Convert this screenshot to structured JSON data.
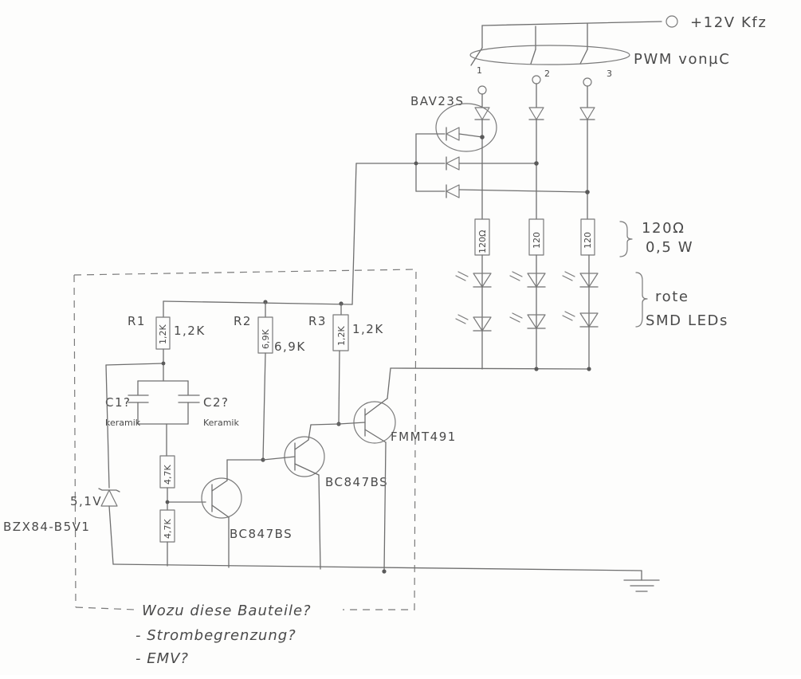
{
  "supply": {
    "label": "+12V Kfz"
  },
  "pwm": {
    "label": "PWM vonµC",
    "channels": [
      "1",
      "2",
      "3"
    ]
  },
  "diode_bav": {
    "label": "BAV23S"
  },
  "led_resistors": {
    "values": [
      "120Ω",
      "120",
      "120"
    ],
    "brace_line1": "120Ω",
    "brace_line2": "0,5 W"
  },
  "leds": {
    "line1": "rote",
    "line2": "SMD LEDs"
  },
  "R1": {
    "name": "R1",
    "value": "1,2K",
    "body": "1,2K"
  },
  "R2": {
    "name": "R2",
    "value": "6,9K",
    "body": "6,9K"
  },
  "R3": {
    "name": "R3",
    "value": "1,2K",
    "body": "1,2K"
  },
  "C1": {
    "name": "C1?",
    "type": "keramik"
  },
  "C2": {
    "name": "C2?",
    "type": "Keramik"
  },
  "divider": {
    "upper": "4,7K",
    "lower": "4,7K"
  },
  "zener": {
    "voltage": "5,1V",
    "part": "BZX84-B5V1"
  },
  "T1": {
    "part": "BC847BS"
  },
  "T2": {
    "part": "BC847BS"
  },
  "T3": {
    "part": "FMMT491"
  },
  "notes": {
    "question": "Wozu diese Bauteile?",
    "item1": "- Strombegrenzung?",
    "item2": "- EMV?"
  }
}
